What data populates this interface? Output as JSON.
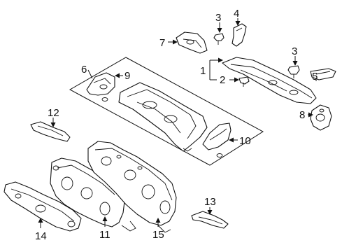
{
  "diagram": {
    "callouts": {
      "c1": "1",
      "c2": "2",
      "c3a": "3",
      "c3b": "3",
      "c4": "4",
      "c5": "5",
      "c6": "6",
      "c7": "7",
      "c8": "8",
      "c9": "9",
      "c10": "10",
      "c11": "11",
      "c12": "12",
      "c13": "13",
      "c14": "14",
      "c15": "15"
    }
  }
}
